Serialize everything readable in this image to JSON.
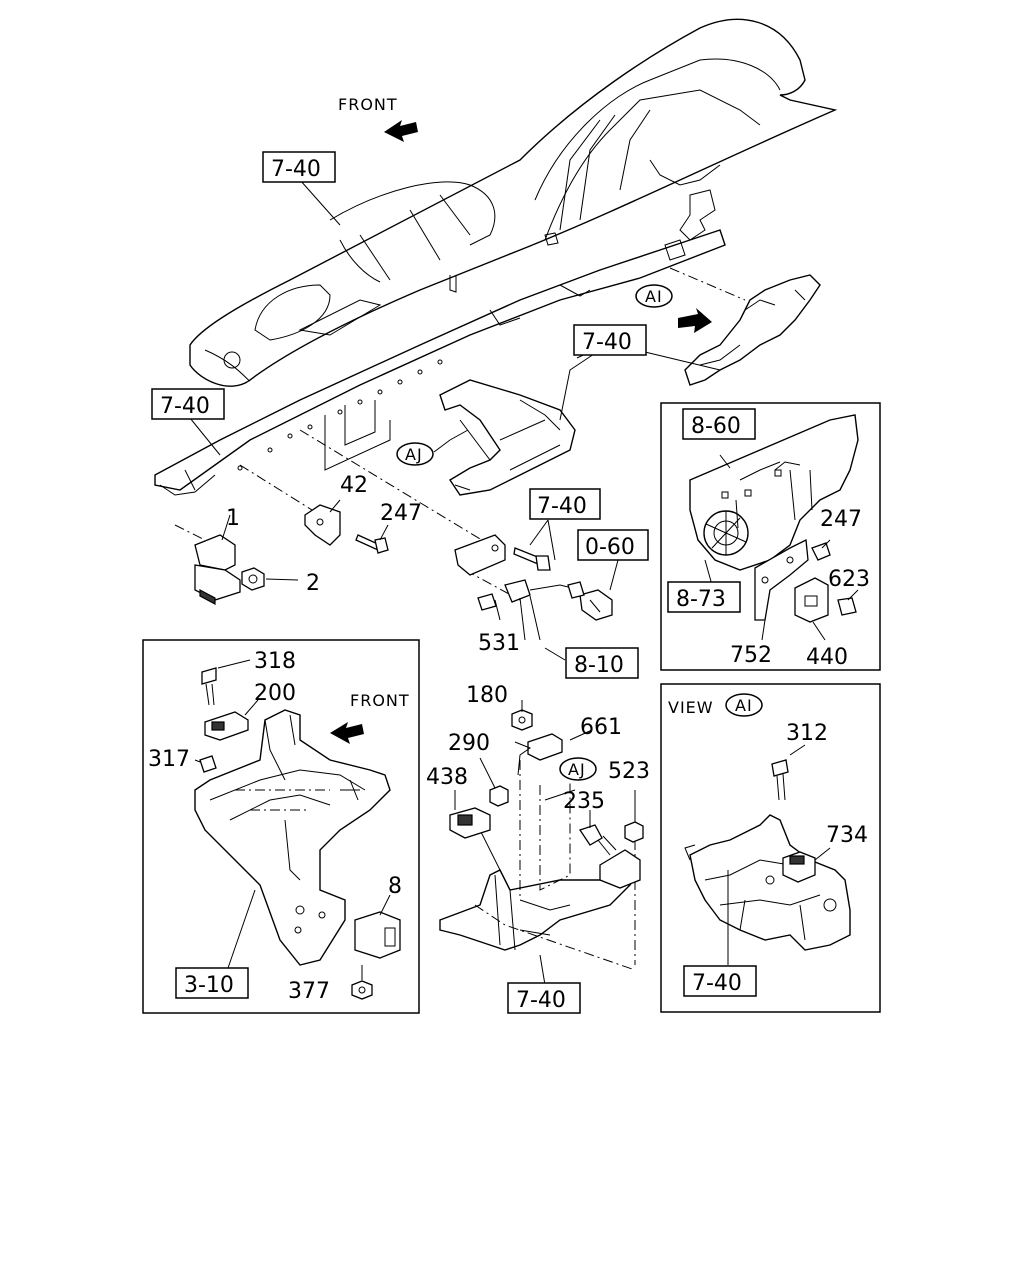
{
  "main": {
    "front_label": "FRONT",
    "refs": {
      "r740_top": "7-40",
      "r740_mid": "7-40",
      "r740_left": "7-40",
      "r740_harness": "7-40",
      "r060": "0-60",
      "r810": "8-10"
    },
    "views": {
      "ai": "AI",
      "aj": "AJ"
    },
    "parts": [
      "42",
      "247",
      "1",
      "2",
      "531"
    ]
  },
  "panel_right_top": {
    "refs": {
      "r860": "8-60",
      "r873": "8-73"
    },
    "parts": [
      "247",
      "623",
      "752",
      "440"
    ]
  },
  "panel_left_bottom": {
    "front_label": "FRONT",
    "ref": "3-10",
    "parts": [
      "318",
      "200",
      "317",
      "8",
      "377"
    ]
  },
  "panel_center_bottom": {
    "view": "AJ",
    "ref": "7-40",
    "parts": [
      "180",
      "661",
      "290",
      "438",
      "523",
      "235"
    ]
  },
  "panel_right_bottom": {
    "view_label": "VIEW",
    "view": "AI",
    "ref": "7-40",
    "parts": [
      "312",
      "734"
    ]
  }
}
